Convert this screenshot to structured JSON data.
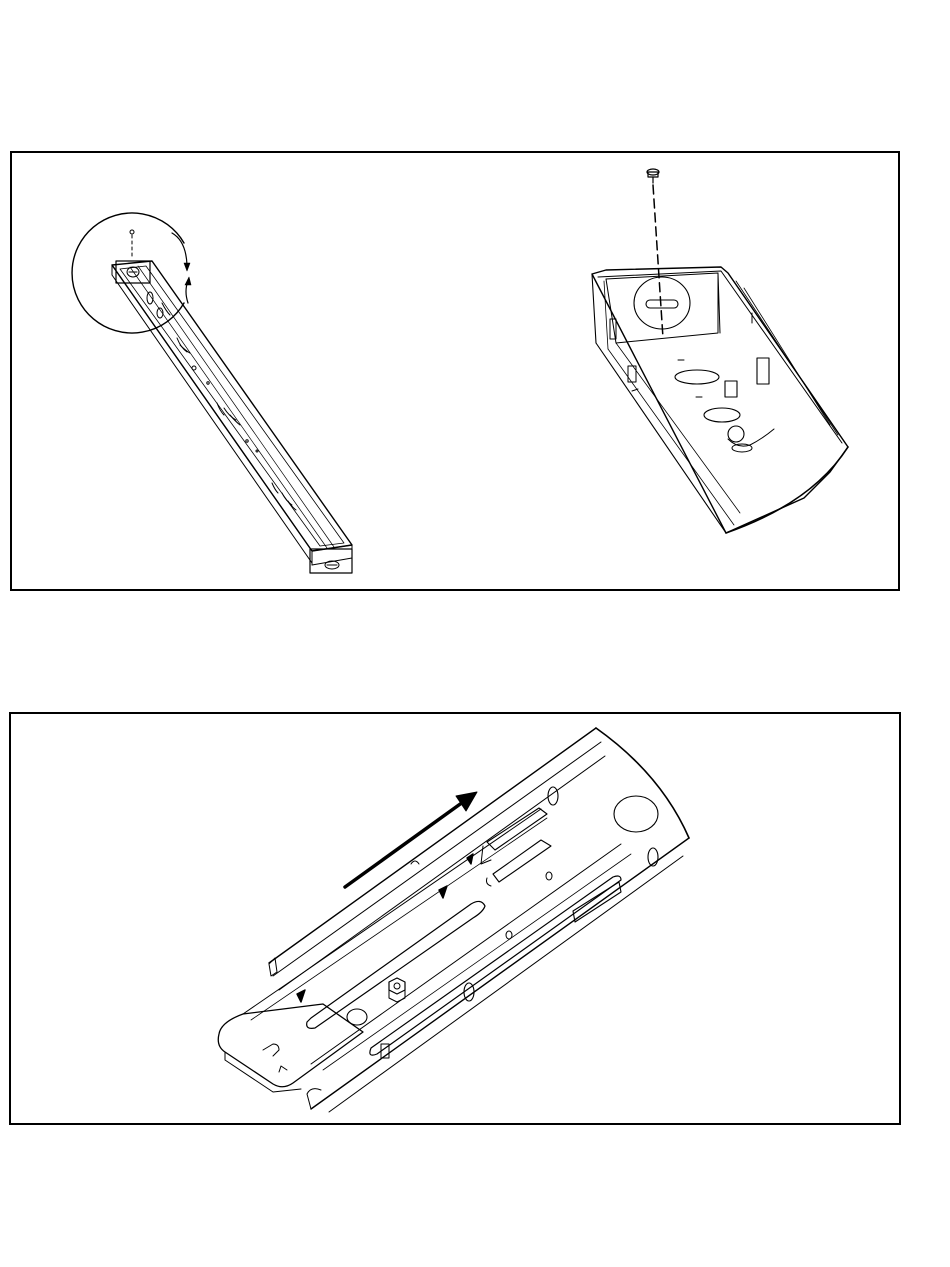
{
  "figures": [
    {
      "id": "panel-top",
      "views": [
        {
          "id": "full-channel-view",
          "callout": "detail-circle",
          "rotation": "counter-clockwise-arrows"
        },
        {
          "id": "end-detail-view",
          "fastener": "screw",
          "path": "dashed-line"
        }
      ]
    },
    {
      "id": "panel-bottom",
      "views": [
        {
          "id": "channel-slide-view",
          "direction_indicator": "arrow-up-right"
        }
      ]
    }
  ],
  "colors": {
    "line": "#000000",
    "background": "#ffffff"
  },
  "icons": [
    "screw-icon",
    "rotation-arrow-icon",
    "direction-arrow-icon",
    "hex-nut-icon"
  ]
}
